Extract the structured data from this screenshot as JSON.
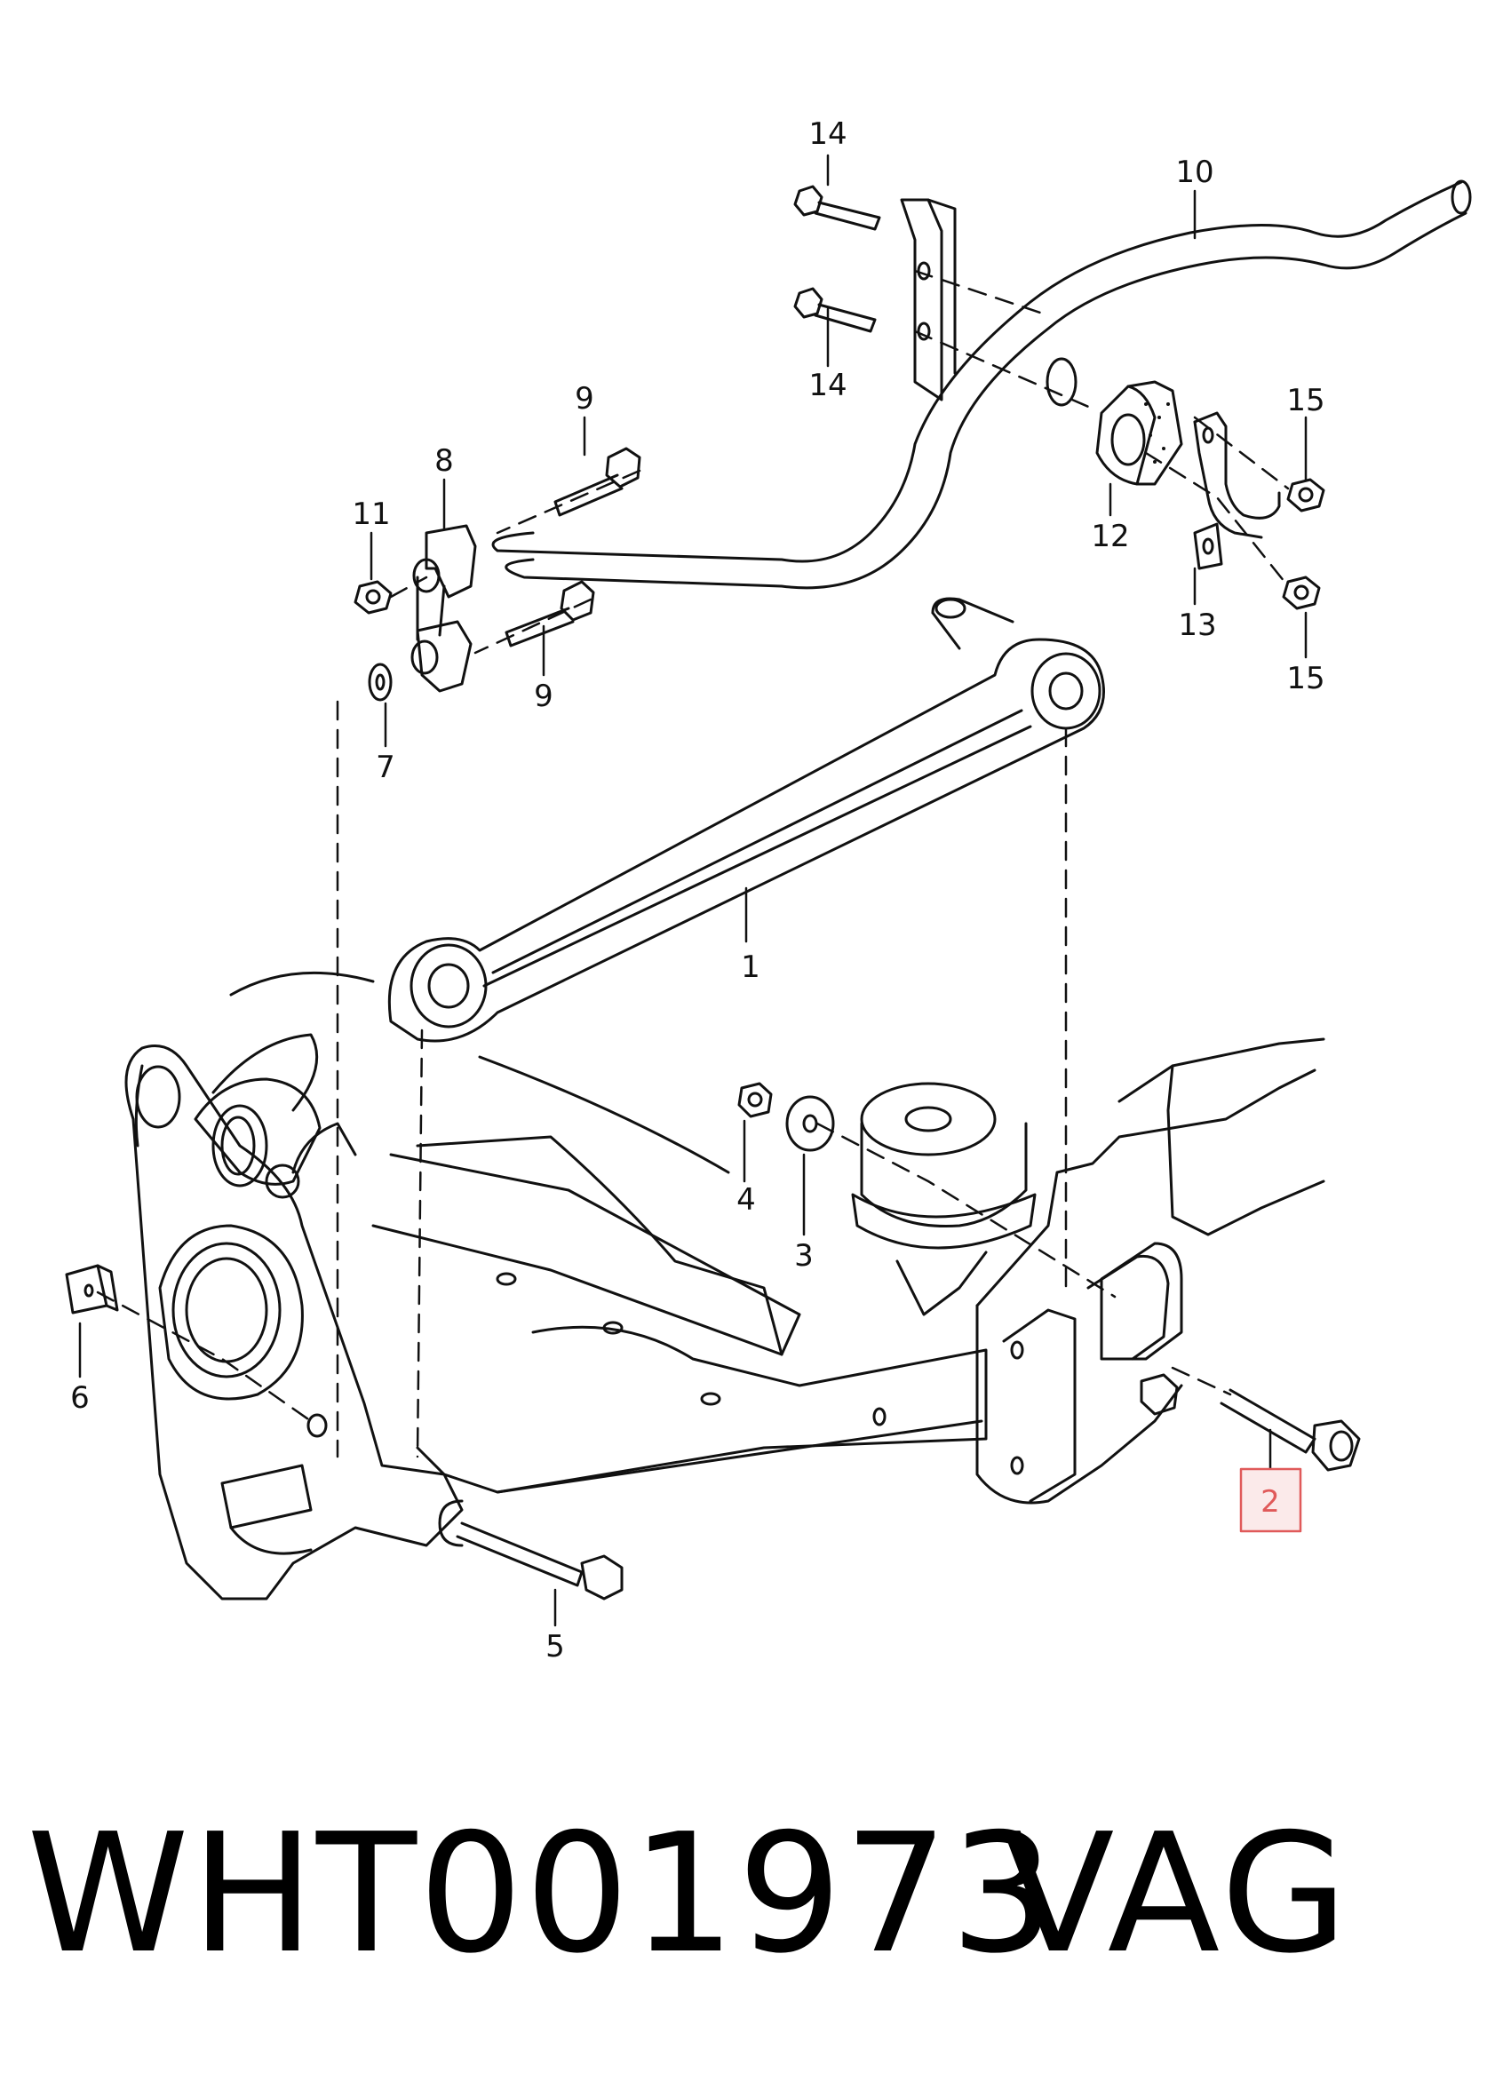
{
  "diagram": {
    "callouts": [
      "1",
      "2",
      "3",
      "4",
      "5",
      "6",
      "7",
      "8",
      "9",
      "9",
      "10",
      "11",
      "12",
      "13",
      "14",
      "14",
      "15",
      "15"
    ],
    "highlighted_callout": "2",
    "highlight_color": "#e05a5a"
  },
  "footer": {
    "part_number": "WHT001973",
    "brand": "VAG"
  }
}
